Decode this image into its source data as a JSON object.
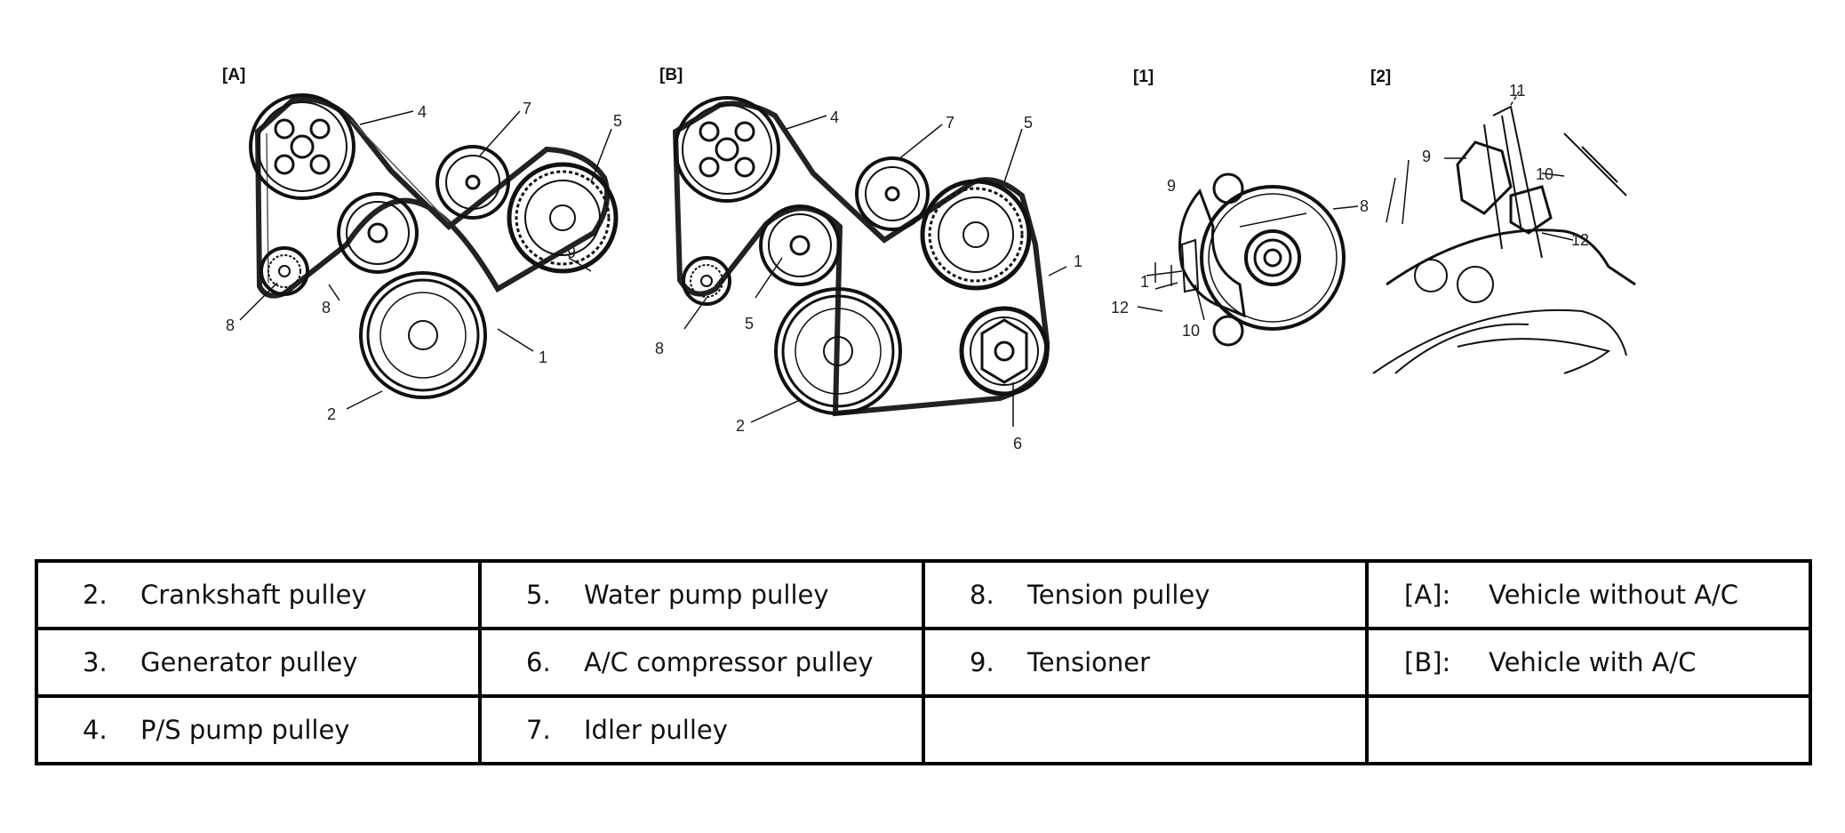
{
  "figure": {
    "panels": [
      {
        "id": "panel-a",
        "label": "[A]"
      },
      {
        "id": "panel-b",
        "label": "[B]"
      },
      {
        "id": "panel-1",
        "label": "[1]"
      },
      {
        "id": "panel-2",
        "label": "[2]"
      }
    ],
    "callouts": {
      "a": [
        "4",
        "7",
        "5",
        "9",
        "8",
        "1",
        "2",
        "8"
      ],
      "b": [
        "4",
        "7",
        "5",
        "1",
        "5",
        "8",
        "2",
        "6"
      ],
      "one": [
        "9",
        "8",
        "1",
        "12",
        "10"
      ],
      "two": [
        "11",
        "9",
        "10",
        "12"
      ]
    }
  },
  "legend": {
    "rows": [
      [
        {
          "num": "2.",
          "text": "Crankshaft pulley"
        },
        {
          "num": "5.",
          "text": "Water pump pulley"
        },
        {
          "num": "8.",
          "text": "Tension pulley"
        },
        {
          "num": "[A]:",
          "text": "Vehicle without A/C"
        }
      ],
      [
        {
          "num": "3.",
          "text": "Generator pulley"
        },
        {
          "num": "6.",
          "text": "A/C compressor pulley"
        },
        {
          "num": "9.",
          "text": "Tensioner"
        },
        {
          "num": "[B]:",
          "text": "Vehicle with A/C"
        }
      ],
      [
        {
          "num": "4.",
          "text": "P/S pump pulley"
        },
        {
          "num": "7.",
          "text": "Idler pulley"
        },
        {
          "num": "",
          "text": ""
        },
        {
          "num": "",
          "text": ""
        }
      ]
    ]
  }
}
